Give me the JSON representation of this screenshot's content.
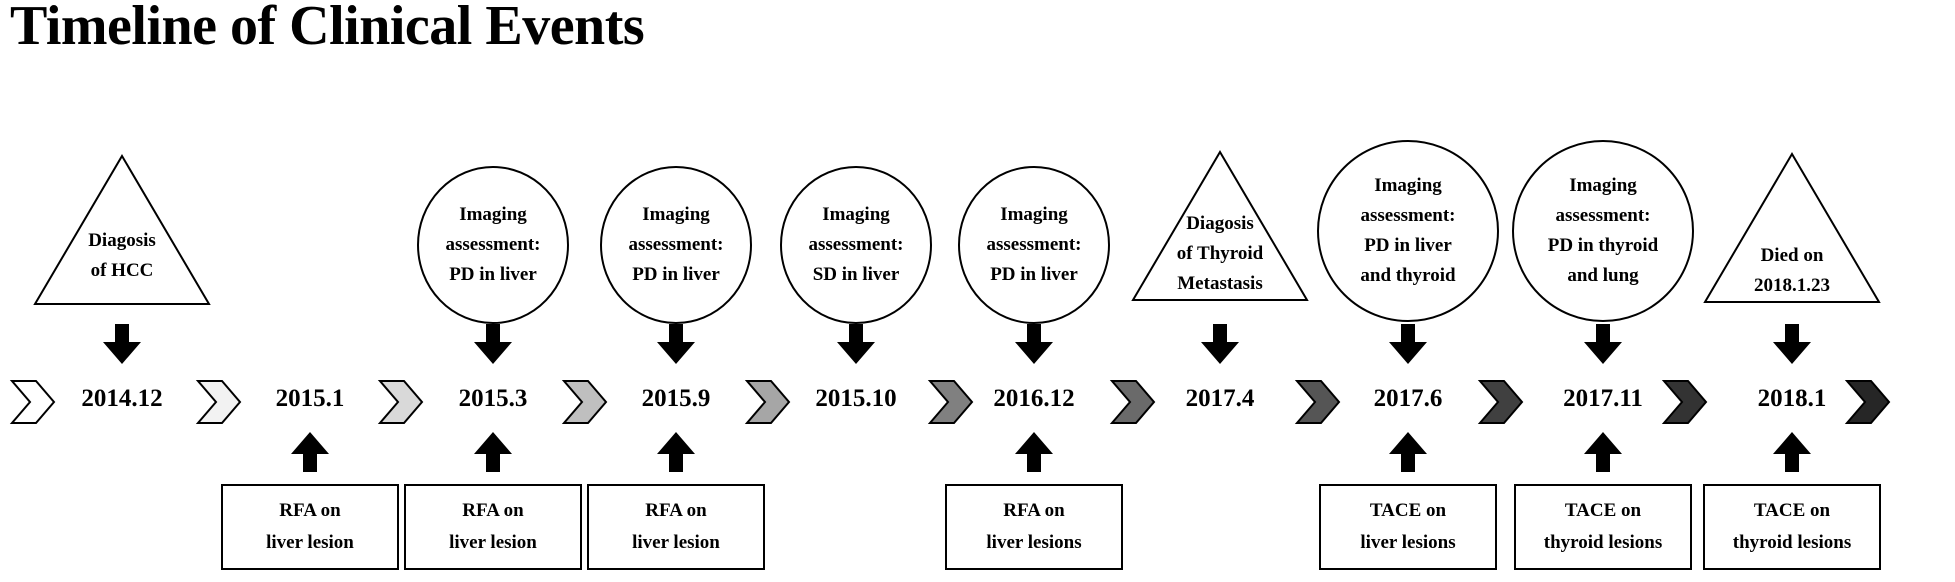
{
  "title": "Timeline of Clinical Events",
  "colors": {
    "chevrons": [
      "#ffffff",
      "#f2f2f2",
      "#d9d9d9",
      "#bfbfbf",
      "#a6a6a6",
      "#808080",
      "#6a6a6a",
      "#555555",
      "#404040",
      "#333333",
      "#262626",
      "#000000"
    ]
  },
  "events": [
    {
      "date": "2014.12",
      "top": {
        "shape": "triangle",
        "lines": [
          "Diagosis",
          "of HCC"
        ]
      }
    },
    {
      "date": "2015.1",
      "bottom": {
        "lines": [
          "RFA on",
          "liver lesion"
        ]
      }
    },
    {
      "date": "2015.3",
      "top": {
        "shape": "circle",
        "lines": [
          "Imaging",
          "assessment:",
          "PD in liver"
        ]
      },
      "bottom": {
        "lines": [
          "RFA on",
          "liver lesion"
        ]
      }
    },
    {
      "date": "2015.9",
      "top": {
        "shape": "circle",
        "lines": [
          "Imaging",
          "assessment:",
          "PD in liver"
        ]
      },
      "bottom": {
        "lines": [
          "RFA on",
          "liver lesion"
        ]
      }
    },
    {
      "date": "2015.10",
      "top": {
        "shape": "circle",
        "lines": [
          "Imaging",
          "assessment:",
          "SD in liver"
        ]
      }
    },
    {
      "date": "2016.12",
      "top": {
        "shape": "circle",
        "lines": [
          "Imaging",
          "assessment:",
          "PD in liver"
        ]
      },
      "bottom": {
        "lines": [
          "RFA on",
          "liver lesions"
        ]
      }
    },
    {
      "date": "2017.4",
      "top": {
        "shape": "triangle",
        "lines": [
          "Diagosis",
          "of Thyroid",
          "Metastasis"
        ]
      }
    },
    {
      "date": "2017.6",
      "top": {
        "shape": "circle",
        "lines": [
          "Imaging",
          "assessment:",
          "PD in liver",
          "and thyroid"
        ]
      },
      "bottom": {
        "lines": [
          "TACE on",
          "liver lesions"
        ]
      }
    },
    {
      "date": "2017.11",
      "top": {
        "shape": "circle",
        "lines": [
          "Imaging",
          "assessment:",
          "PD in thyroid",
          "and lung"
        ]
      },
      "bottom": {
        "lines": [
          "TACE on",
          "thyroid lesions"
        ]
      }
    },
    {
      "date": "2018.1",
      "top": {
        "shape": "triangle",
        "lines": [
          "Died on",
          "2018.1.23"
        ]
      },
      "bottom": {
        "lines": [
          "TACE on",
          "thyroid lesions"
        ]
      }
    }
  ]
}
